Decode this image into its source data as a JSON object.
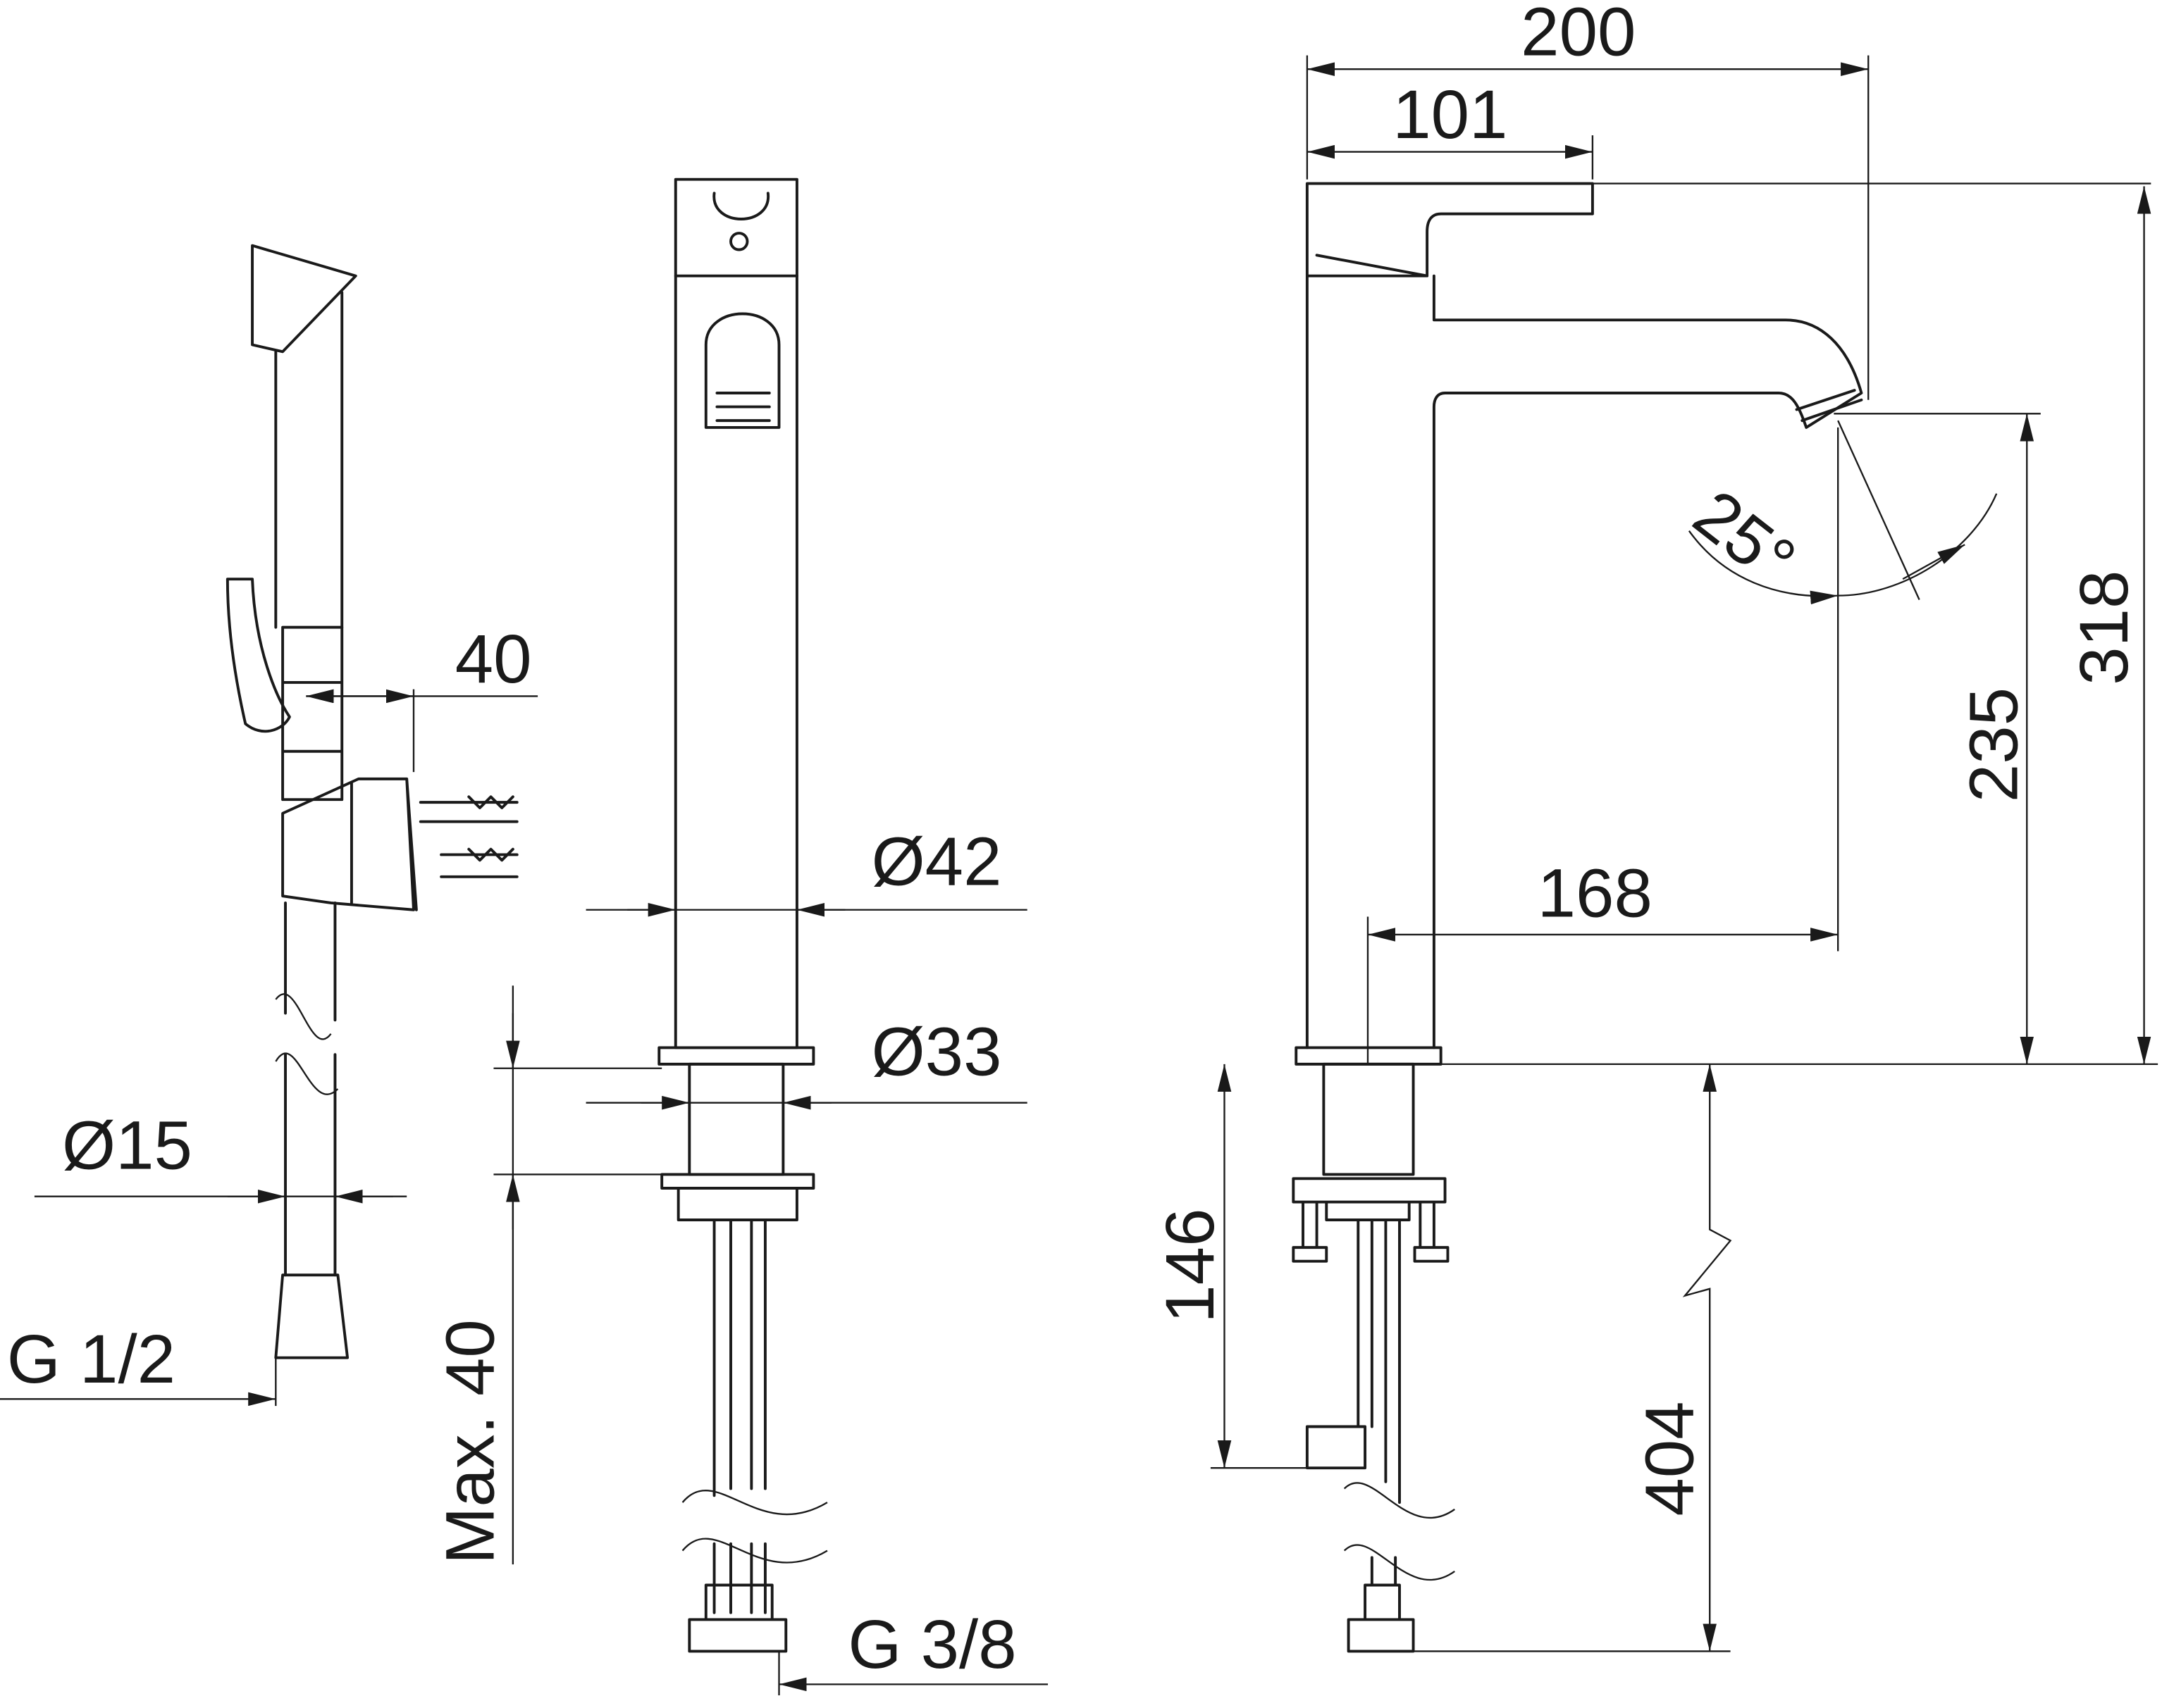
{
  "title": "Tall basin mixer with hand shower - dimension drawing",
  "dimensions": {
    "total_width": "200",
    "lever_width": "101",
    "total_height": "318",
    "spout_height": "235",
    "spout_reach": "168",
    "spout_angle": "25°",
    "body_diameter": "Ø42",
    "shank_diameter": "Ø33",
    "max_deck_thickness": "Max. 40",
    "under_deck_length": "146",
    "hose_length": "404",
    "supply_thread": "G 3/8",
    "hand_shower_thread": "G 1/2",
    "hose_diameter": "Ø15",
    "bracket_projection": "40"
  },
  "colors": {
    "line": "#1a1a1a",
    "background": "#ffffff"
  }
}
